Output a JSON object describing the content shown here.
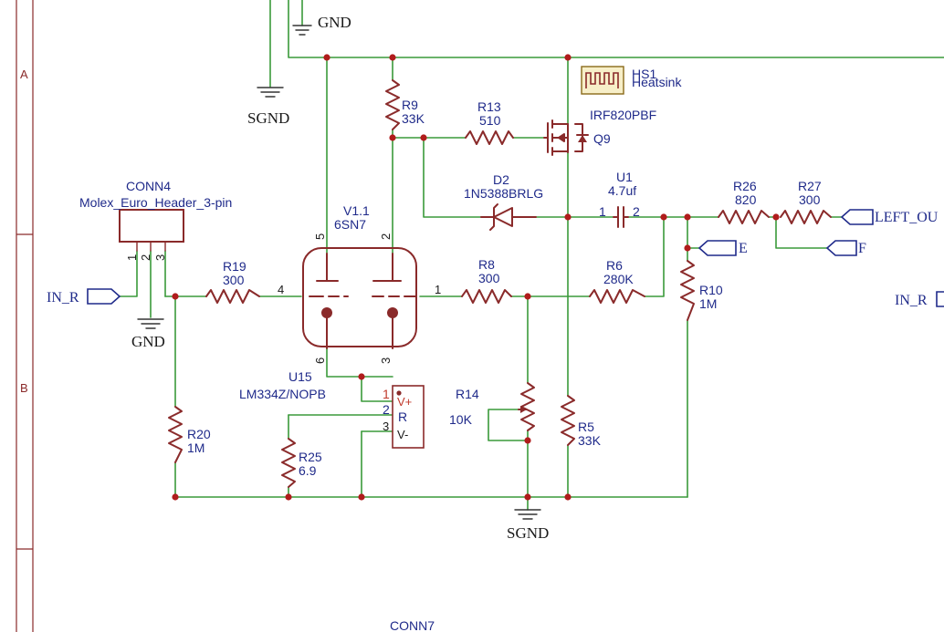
{
  "frame": {
    "row_a": "A",
    "row_b": "B"
  },
  "grounds": {
    "gnd_top": "GND",
    "gnd_conn": "GND",
    "sgnd_left": "SGND",
    "sgnd_bottom": "SGND"
  },
  "heatsink": {
    "ref": "HS1",
    "value": "Heatsink"
  },
  "conn4": {
    "ref": "CONN4",
    "value": "Molex_Euro_Header_3-pin",
    "pins": [
      "1",
      "2",
      "3"
    ]
  },
  "conn7": {
    "ref": "CONN7"
  },
  "tube": {
    "ref": "V1.1",
    "value": "6SN7",
    "pins": {
      "p5": "5",
      "p2": "2",
      "p4": "4",
      "p1": "1",
      "p6": "6",
      "p3": "3"
    }
  },
  "u15": {
    "ref": "U15",
    "value": "LM334Z/NOPB",
    "pins": {
      "p1": "1",
      "p2": "2",
      "p3": "3"
    },
    "labels": {
      "vplus": "V+",
      "r": "R",
      "vminus": "V-"
    }
  },
  "mosfet": {
    "ref": "Q9",
    "value": "IRF820PBF"
  },
  "d2": {
    "ref": "D2",
    "value": "1N5388BRLG"
  },
  "u1": {
    "ref": "U1",
    "value": "4.7uf",
    "pin1": "1",
    "pin2": "2"
  },
  "resistors": {
    "r9": {
      "ref": "R9",
      "value": "33K"
    },
    "r13": {
      "ref": "R13",
      "value": "510"
    },
    "r19": {
      "ref": "R19",
      "value": "300"
    },
    "r8": {
      "ref": "R8",
      "value": "300"
    },
    "r6": {
      "ref": "R6",
      "value": "280K"
    },
    "r26": {
      "ref": "R26",
      "value": "820"
    },
    "r27": {
      "ref": "R27",
      "value": "300"
    },
    "r10": {
      "ref": "R10",
      "value": "1M"
    },
    "r20": {
      "ref": "R20",
      "value": "1M"
    },
    "r25": {
      "ref": "R25",
      "value": "6.9"
    },
    "r5": {
      "ref": "R5",
      "value": "33K"
    },
    "r14": {
      "ref": "R14",
      "value": "10K"
    }
  },
  "nets": {
    "in_r": "IN_R",
    "in_r_right": "IN_R",
    "left_out": "LEFT_OU",
    "e": "E",
    "f": "F"
  }
}
